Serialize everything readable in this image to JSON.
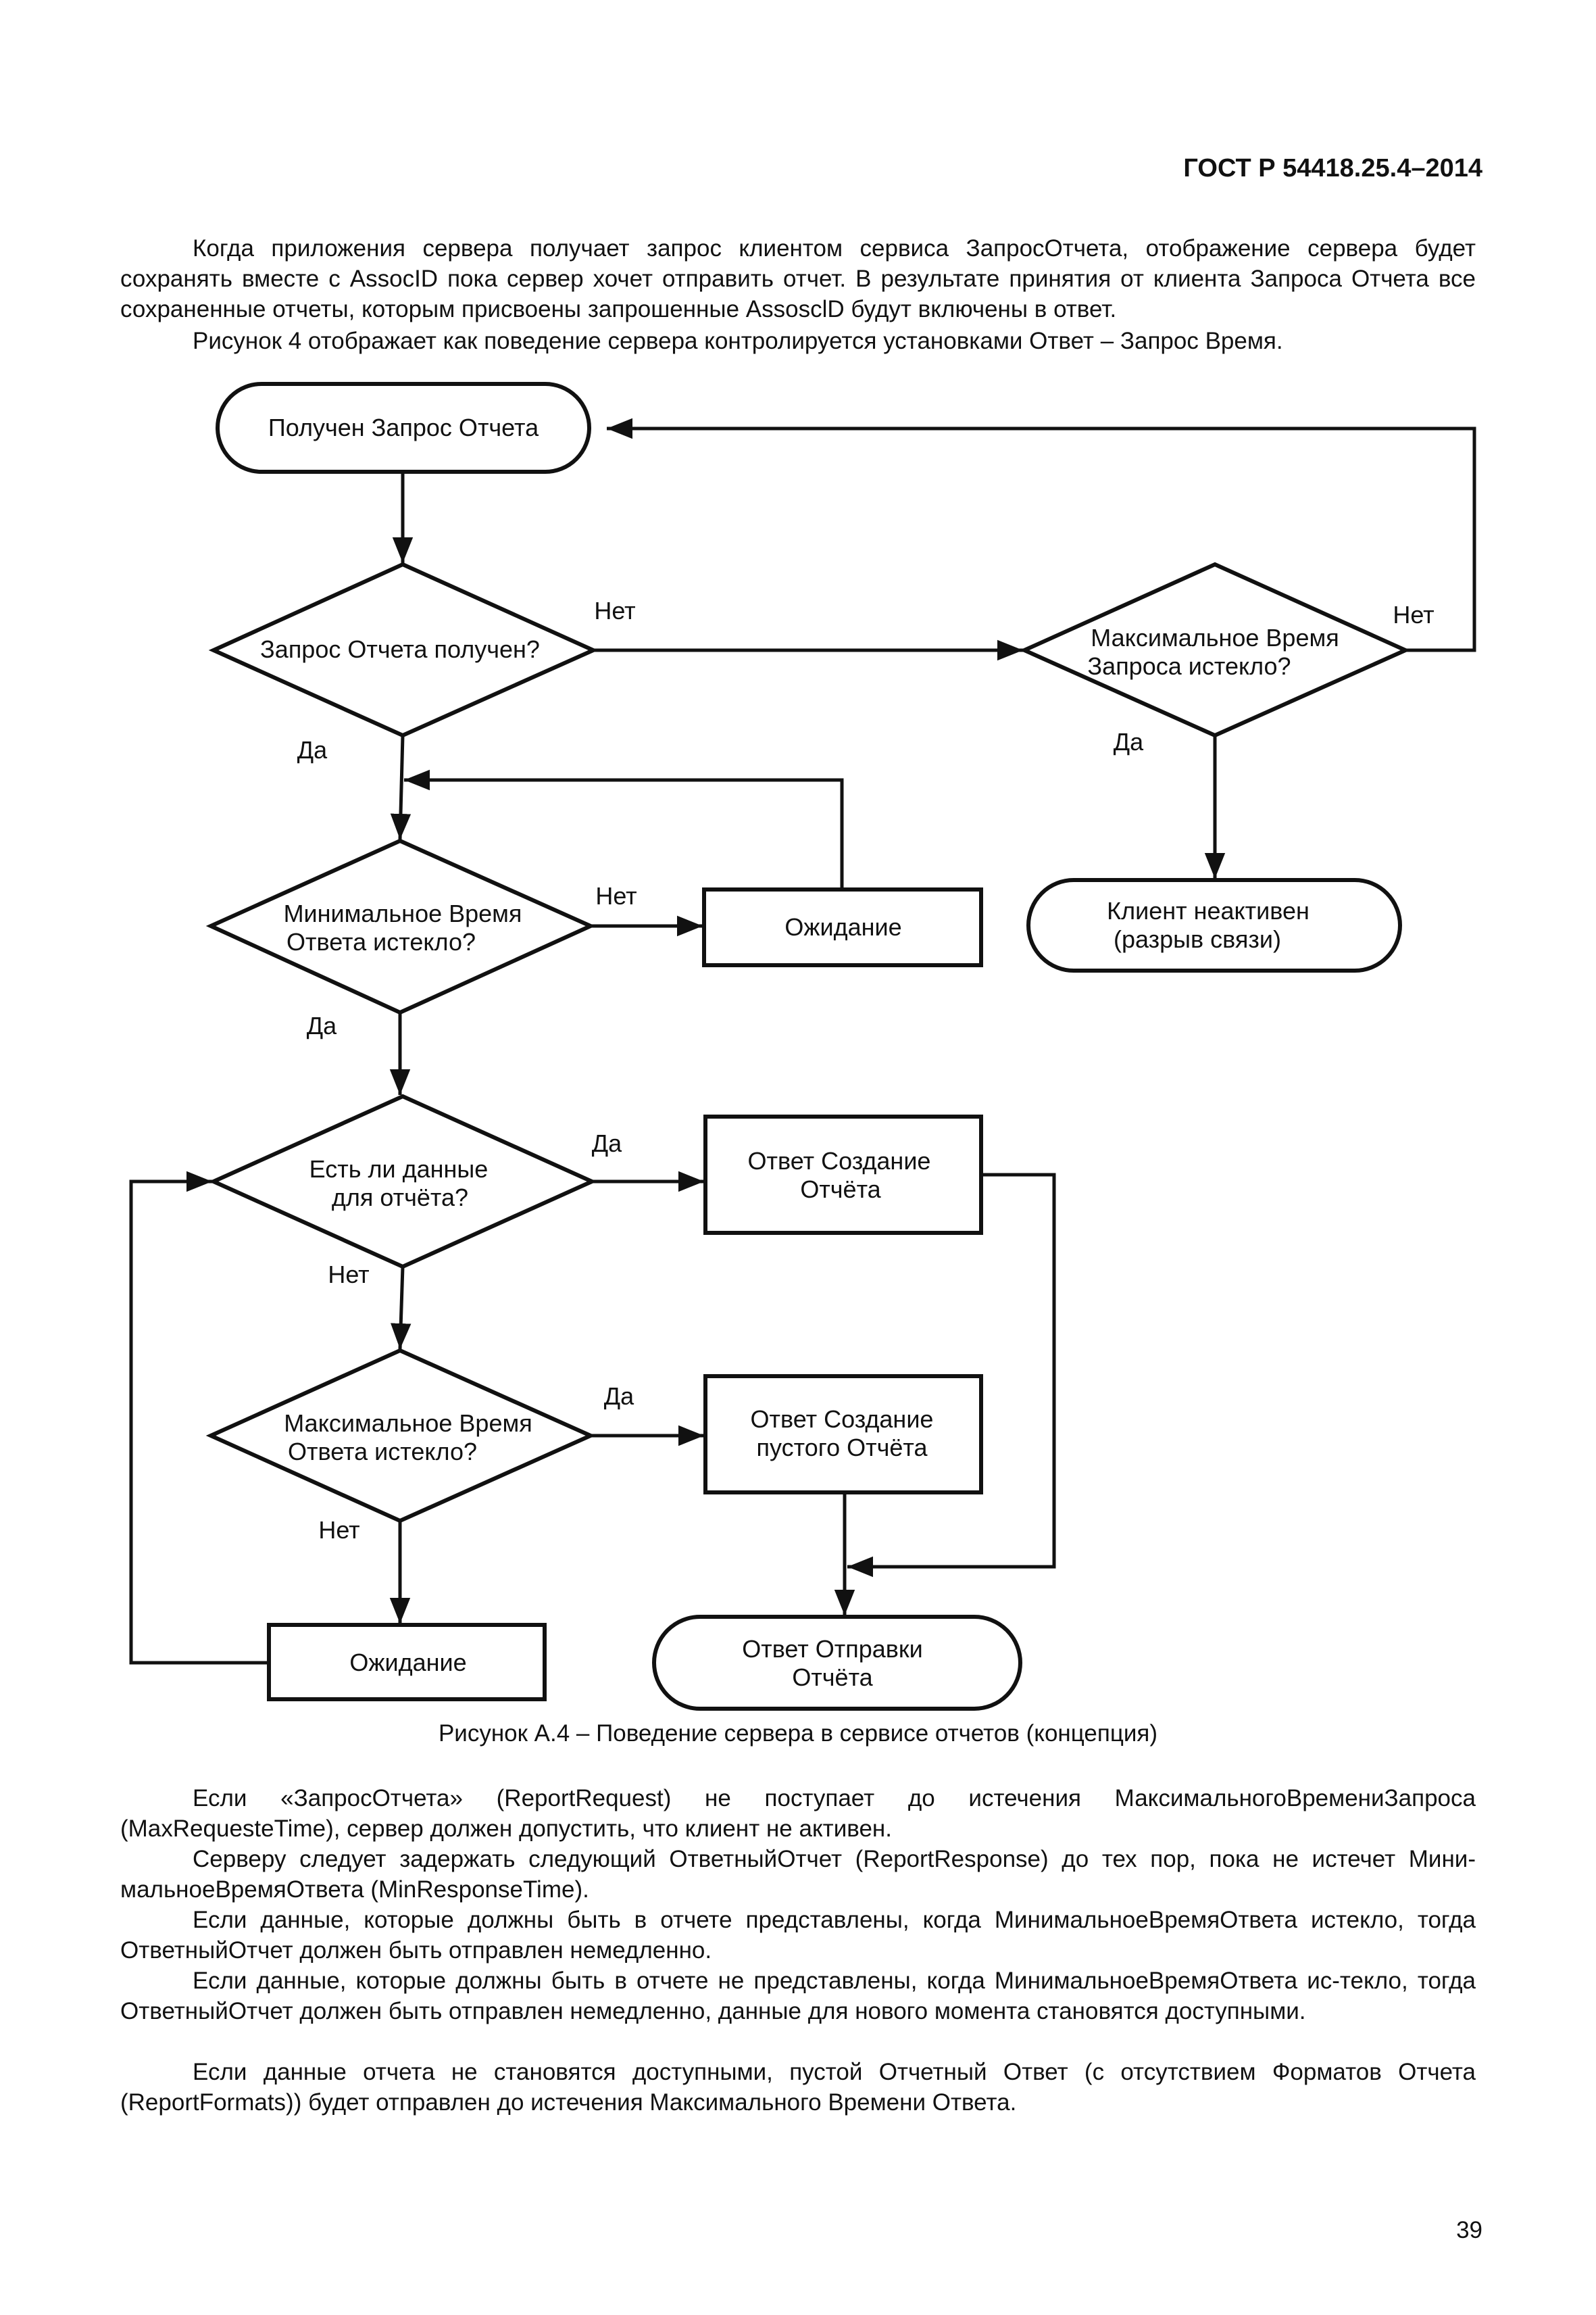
{
  "header": "ГОСТ Р 54418.25.4–2014",
  "intro_paragraphs": [
    "Когда приложения сервера получает запрос клиентом сервиса ЗапросОтчета, отображение сервера будет сохранять вместе с AssocID пока сервер хочет отправить отчет. В результате принятия от клиента Запроса Отчета все сохраненные отчеты, которым присвоены запрошенные AssosclD будут включены в ответ.",
    "Рисунок 4 отображает как поведение сервера контролируется установками Ответ – Запрос Время."
  ],
  "diagram": {
    "start": "Получен Запрос Отчета",
    "decision_request": [
      "Запрос Отчета получен?"
    ],
    "decision_max_request": [
      "Максимальное Время",
      "Запроса истекло?"
    ],
    "client_inactive": [
      "Клиент неактивен",
      "(разрыв связи)"
    ],
    "decision_min_response": [
      "Минимальное Время",
      "Ответа истекло?"
    ],
    "wait_top": "Ожидание",
    "decision_data": [
      "Есть ли данные",
      "для отчёта?"
    ],
    "create_report": [
      "Ответ Создание",
      "Отчёта"
    ],
    "decision_max_response": [
      "Максимальное Время",
      "Ответа истекло?"
    ],
    "create_empty": [
      "Ответ Создание",
      "пустого Отчёта"
    ],
    "wait_bottom": "Ожидание",
    "send_report": [
      "Ответ Отправки",
      "Отчёта"
    ],
    "labels": {
      "no": "Нет",
      "yes": "Да"
    }
  },
  "caption": "Рисунок А.4 – Поведение сервера в сервисе отчетов (концепция)",
  "body_paragraphs": [
    "Если «ЗапросОтчета» (ReportRequest) не поступает до истечения МаксимальногоВремениЗапроса (MaxRequesteTime), сервер должен допустить, что клиент не активен.",
    "Серверу следует задержать следующий ОтветныйОтчет (ReportResponse) до тех пор, пока не истечет Мини-мальноеВремяОтвета (MinResponseTime).",
    "Если данные, которые должны быть в отчете представлены, когда МинимальноеВремяОтвета истекло, тогда ОтветныйОтчет должен быть отправлен немедленно.",
    "Если данные, которые должны быть в отчете не представлены, когда МинимальноеВремяОтвета ис-текло, тогда ОтветныйОтчет должен быть отправлен немедленно, данные для нового момента становятся доступными.",
    "Если данные отчета не становятся доступными, пустой Отчетный Ответ (с отсутствием Форматов Отчета (ReportFormats)) будет отправлен до истечения Максимального Времени Ответа."
  ],
  "page_number": "39"
}
